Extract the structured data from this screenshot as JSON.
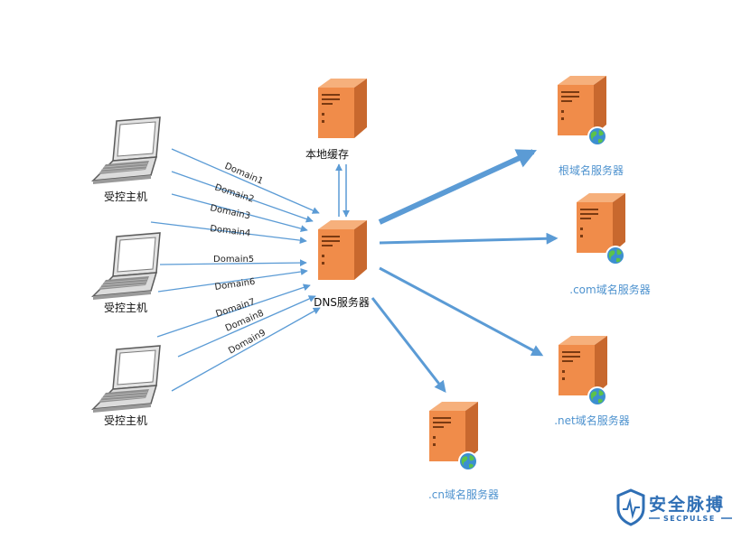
{
  "nodes": {
    "cache": {
      "label": "本地缓存"
    },
    "dns": {
      "label": "DNS服务器"
    },
    "hosts": [
      {
        "label": "受控主机"
      },
      {
        "label": "受控主机"
      },
      {
        "label": "受控主机"
      }
    ],
    "root": {
      "label": "根域名服务器"
    },
    "com": {
      "label": ".com域名服务器"
    },
    "net": {
      "label": ".net域名服务器"
    },
    "cn": {
      "label": ".cn域名服务器"
    }
  },
  "queries": [
    "Domain1",
    "Domain2",
    "Domain3",
    "Domain4",
    "Domain5",
    "Domain6",
    "Domain7",
    "Domain8",
    "Domain9"
  ],
  "logo": {
    "name": "安全脉搏",
    "sub": "SECPULSE"
  },
  "colors": {
    "arrow": "#5b9bd5",
    "server_orange": "#f08c4a",
    "globe_green": "#4aa84a",
    "label_blue": "#4f93cf"
  }
}
